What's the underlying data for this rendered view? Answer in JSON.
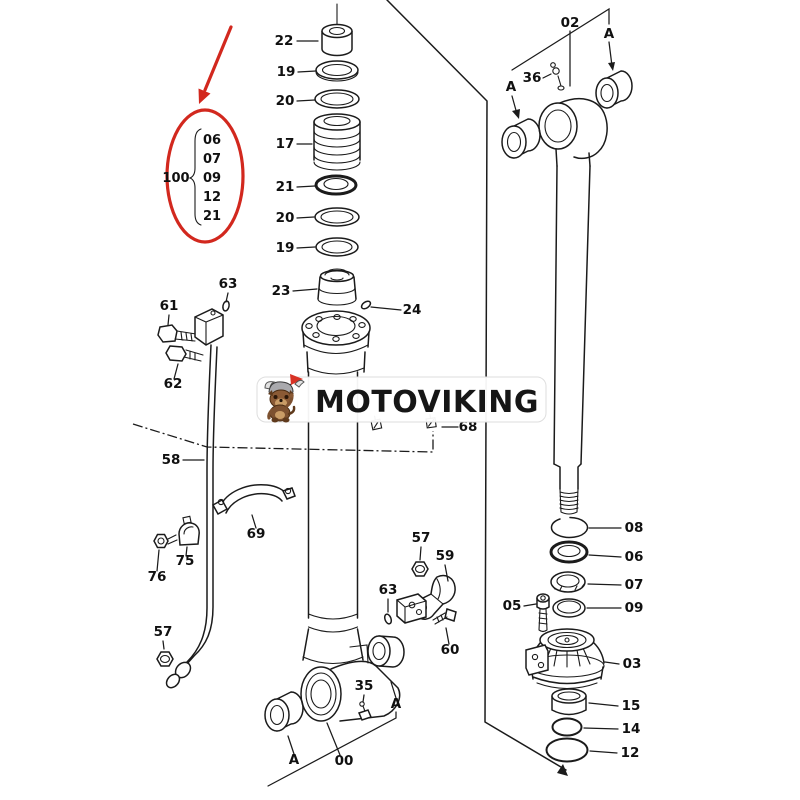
{
  "watermark": {
    "text": "MOTOVIKING",
    "logo": "viking-dog-mascot",
    "band_color": "#ffffff",
    "text_color": "#161616"
  },
  "highlight": {
    "color": "#d2281e",
    "kit_label": "100",
    "kit_items": [
      "06",
      "07",
      "09",
      "12",
      "21"
    ]
  },
  "callouts": {
    "c22": "22",
    "c19a": "19",
    "c20a": "20",
    "c17": "17",
    "c21a": "21",
    "c20b": "20",
    "c19b": "19",
    "c23": "23",
    "c24": "24",
    "c02": "02",
    "cA1": "A",
    "cA2": "A",
    "c36": "36",
    "c61": "61",
    "c63a": "63",
    "c62": "62",
    "c58": "58",
    "c69": "69",
    "c75": "75",
    "c76": "76",
    "c57a": "57",
    "c68": "68",
    "c57b": "57",
    "c59": "59",
    "c63b": "63",
    "c60": "60",
    "c35": "35",
    "c00": "00",
    "cA3": "A",
    "cA4": "A",
    "c05": "05",
    "c08": "08",
    "c06": "06",
    "c07": "07",
    "c09": "09",
    "c03": "03",
    "c15": "15",
    "c14": "14",
    "c12": "12"
  }
}
